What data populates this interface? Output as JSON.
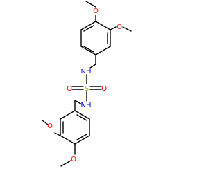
{
  "molecule": {
    "atoms": {
      "o_top_left": "O",
      "o_top_right": "O",
      "nh_top": "NH",
      "o_sulfonyl_left": "O",
      "s_center": "S",
      "o_sulfonyl_right": "O",
      "nh_bottom": "NH",
      "o_bottom_upper": "O",
      "o_bottom_lower": "O"
    },
    "colors": {
      "bond": "#000000",
      "oxygen": "#ff0000",
      "nitrogen": "#0000ff",
      "sulfur": "#b8a000"
    }
  }
}
